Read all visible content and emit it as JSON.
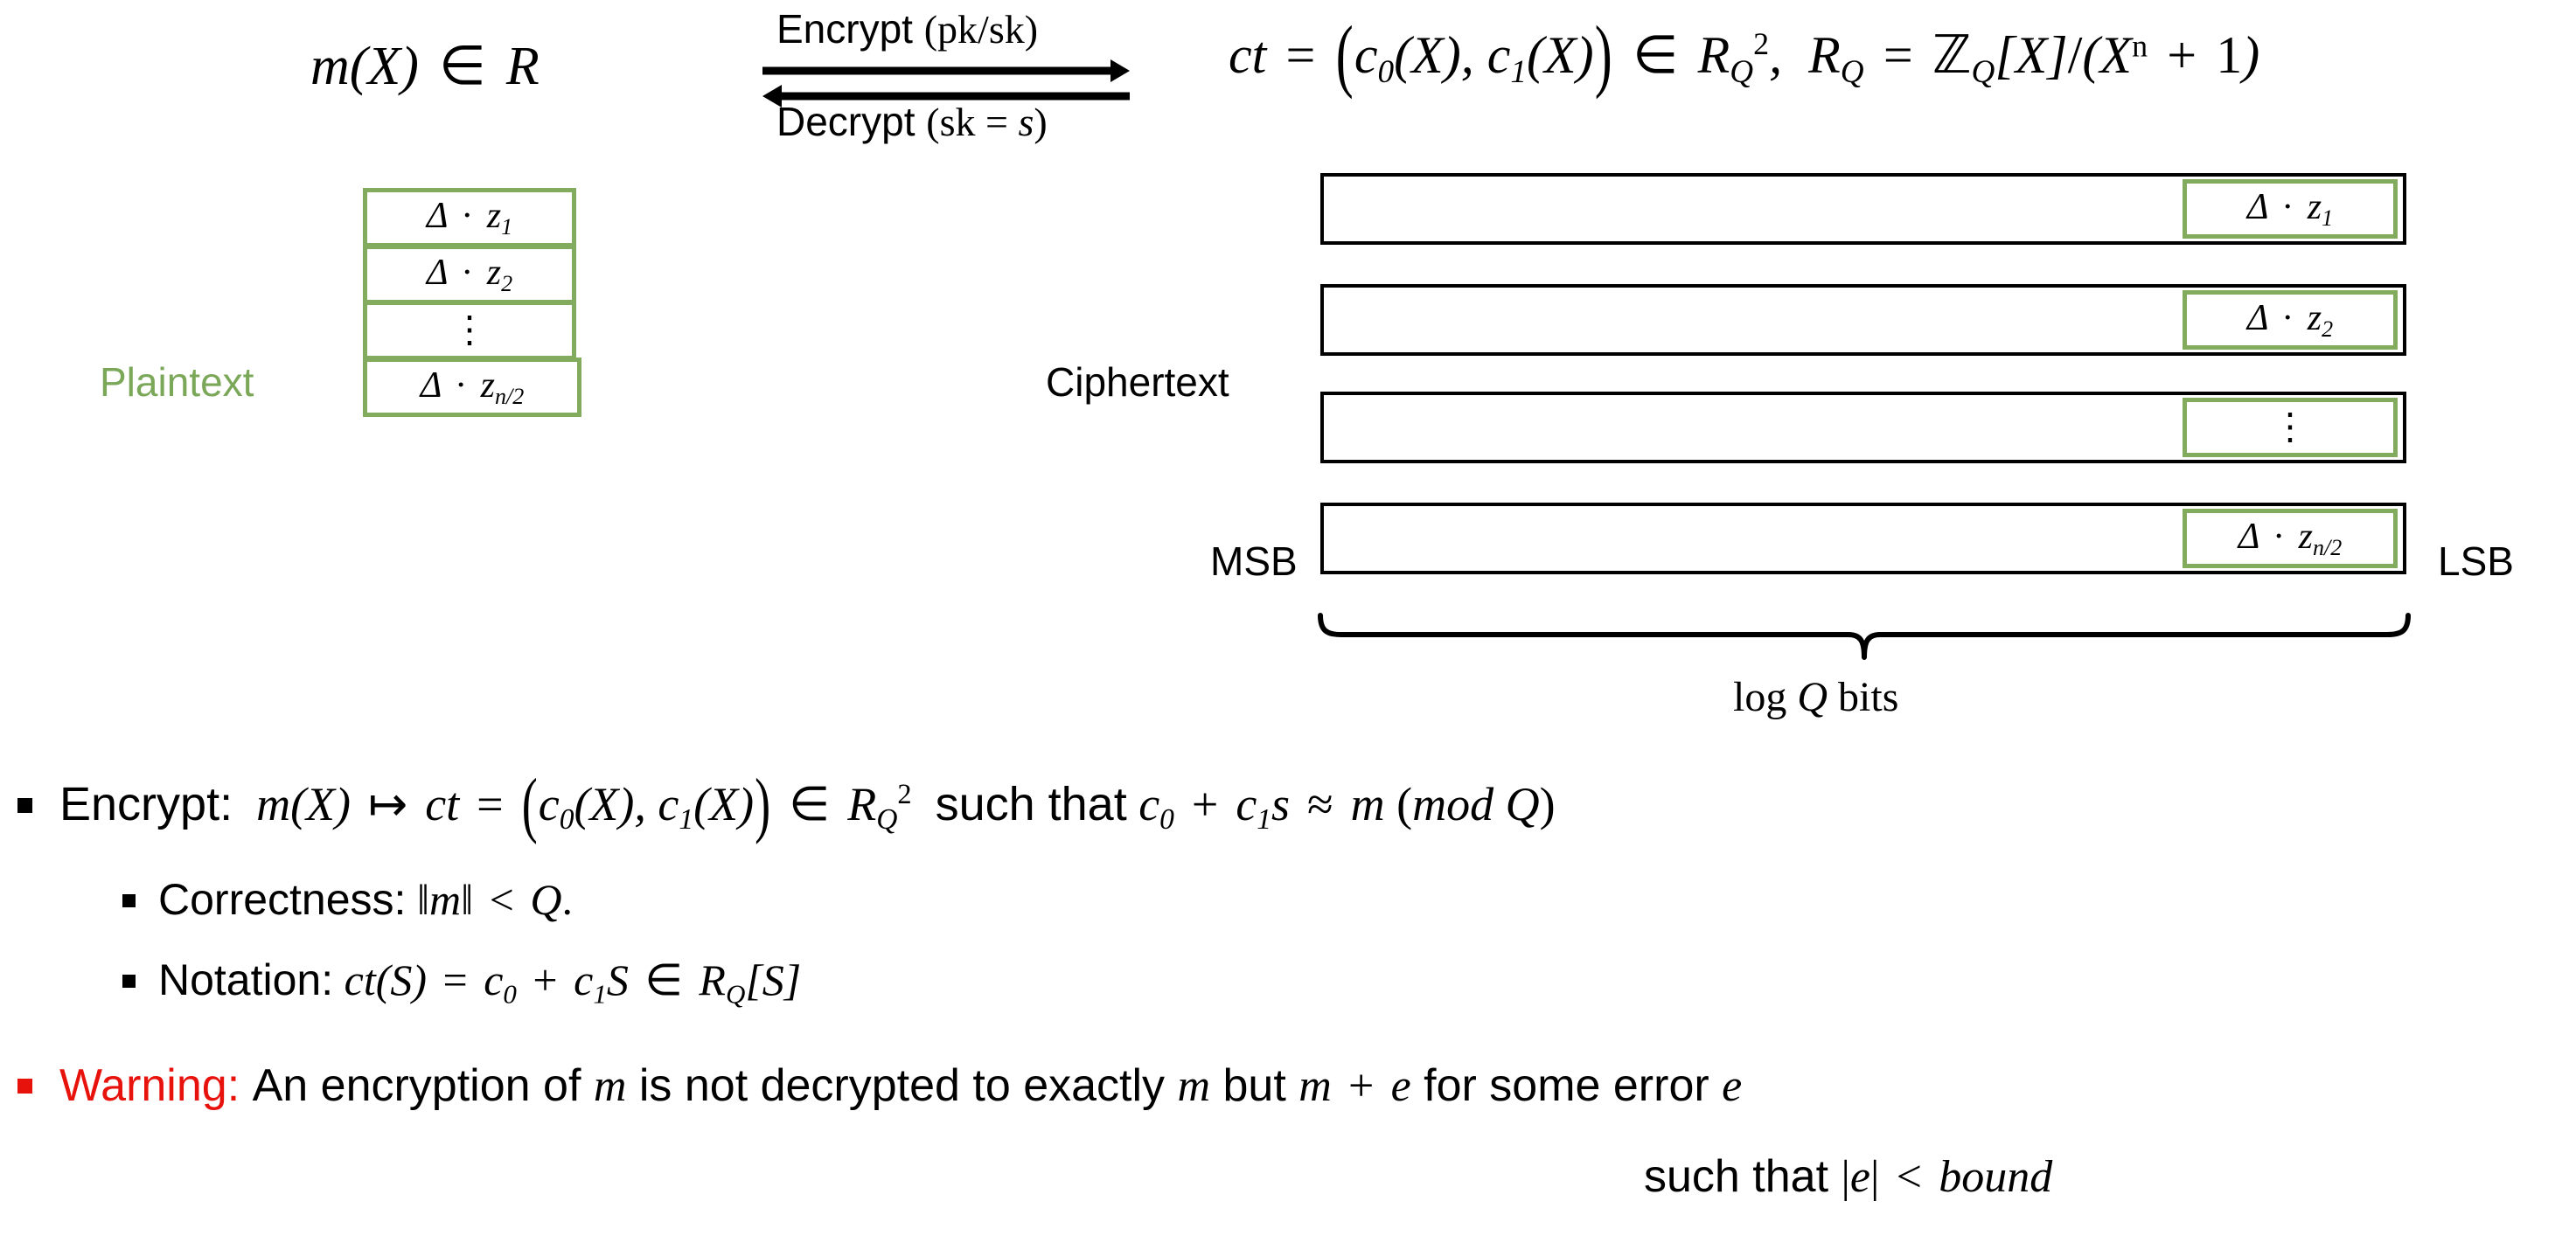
{
  "slide": {
    "background": "#ffffff",
    "accent_green": "#82ab5e",
    "accent_red": "#e8120c"
  },
  "top": {
    "plaintext_poly": "m(X) ∈ R",
    "encrypt_arrow_label": "Encrypt (pk/sk)",
    "decrypt_arrow_label": "Decrypt (sk = s)",
    "ciphertext_formula": "ct = (c0(X), c1(X)) ∈ RQ^2,  RQ = ZQ[X]/(X^n + 1)"
  },
  "plaintext": {
    "label": "Plaintext",
    "boxes": [
      {
        "text": "Δ · z1"
      },
      {
        "text": "Δ · z2"
      },
      {
        "text": "⋮"
      },
      {
        "text": "Δ · zn/2"
      }
    ]
  },
  "ciphertext": {
    "label": "Ciphertext",
    "msb_label": "MSB",
    "lsb_label": "LSB",
    "brace_label": "log Q bits",
    "rows": [
      {
        "inner_text": "Δ · z1"
      },
      {
        "inner_text": "Δ · z2"
      },
      {
        "inner_text": "⋮"
      },
      {
        "inner_text": "Δ · zn/2"
      }
    ]
  },
  "bullets": [
    {
      "id": "encrypt",
      "level": 1,
      "marker_color": "#000000",
      "lead": "Encrypt:",
      "body": "m(X) ↦ ct = (c0(X), c1(X)) ∈ RQ^2  such that c0 + c1 s ≈ m (mod Q)"
    },
    {
      "id": "correctness",
      "level": 2,
      "marker_color": "#000000",
      "lead": "Correctness:",
      "body": "‖m‖ < Q."
    },
    {
      "id": "notation",
      "level": 2,
      "marker_color": "#000000",
      "lead": "Notation:",
      "body": "ct(S) = c0 + c1 S ∈ RQ[S]"
    },
    {
      "id": "warning",
      "level": 1,
      "marker_color": "#e8120c",
      "lead": "Warning:",
      "body": "An encryption of m is not decrypted to exactly m but m + e for some error e"
    }
  ],
  "trailing_line": "such that |e| < bound"
}
